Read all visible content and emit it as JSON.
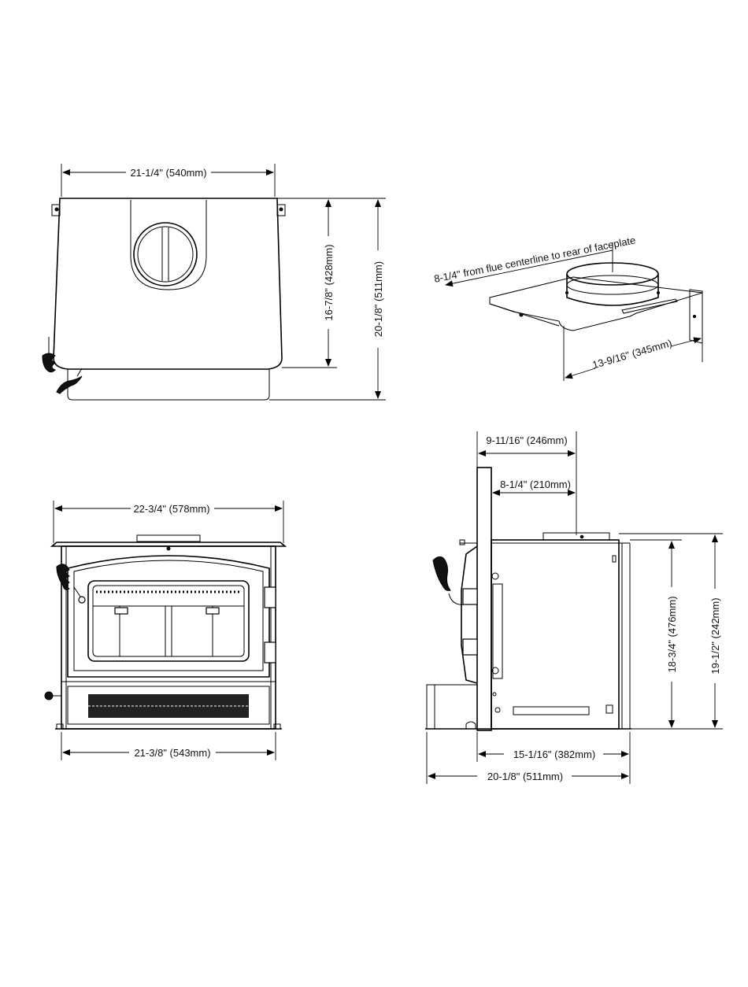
{
  "dimensions": {
    "top_width": "21-1/4\" (540mm)",
    "top_depth_body": "16-7/8\" (428mm)",
    "top_depth_overall": "20-1/8\" (511mm)",
    "flue_offset": "8-1/4\" from flue centerline to rear of faceplate",
    "bracket_width": "13-9/16\" (345mm)",
    "front_width_top": "22-3/4\" (578mm)",
    "front_width_bottom": "21-3/8\" (543mm)",
    "side_flue_front": "9-11/16\" (246mm)",
    "side_flue_faceplate": "8-1/4\" (210mm)",
    "side_height_body": "18-3/4\" (476mm)",
    "side_height_overall": "19-1/2\" (242mm)",
    "side_depth_body": "15-1/16\" (382mm)",
    "side_depth_overall": "20-1/8\" (511mm)"
  },
  "colors": {
    "line": "#000000",
    "background": "#ffffff"
  }
}
